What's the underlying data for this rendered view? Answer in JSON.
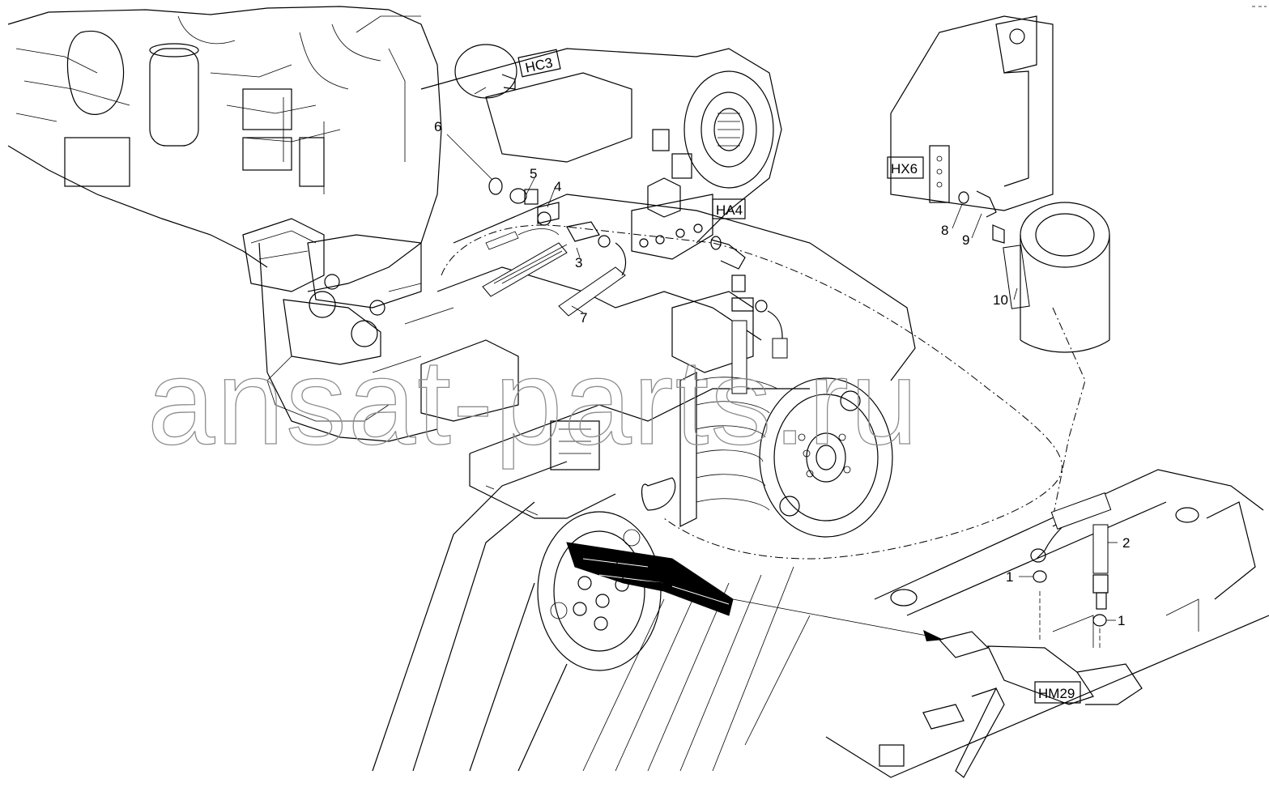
{
  "watermark": "ansat-parts.ru",
  "callouts": {
    "c1": "1",
    "c1b": "1",
    "c2": "2",
    "c3": "3",
    "c4": "4",
    "c5": "5",
    "c6": "6",
    "c7": "7",
    "c8": "8",
    "c9": "9",
    "c10": "10"
  },
  "connection_labels": {
    "hc3": "HC3",
    "ha4": "HA4",
    "hx6": "HX6",
    "hm29": "HM29"
  },
  "colors": {
    "line": "#000000",
    "watermark_outline": "#8c8c8c",
    "background": "#ffffff"
  }
}
